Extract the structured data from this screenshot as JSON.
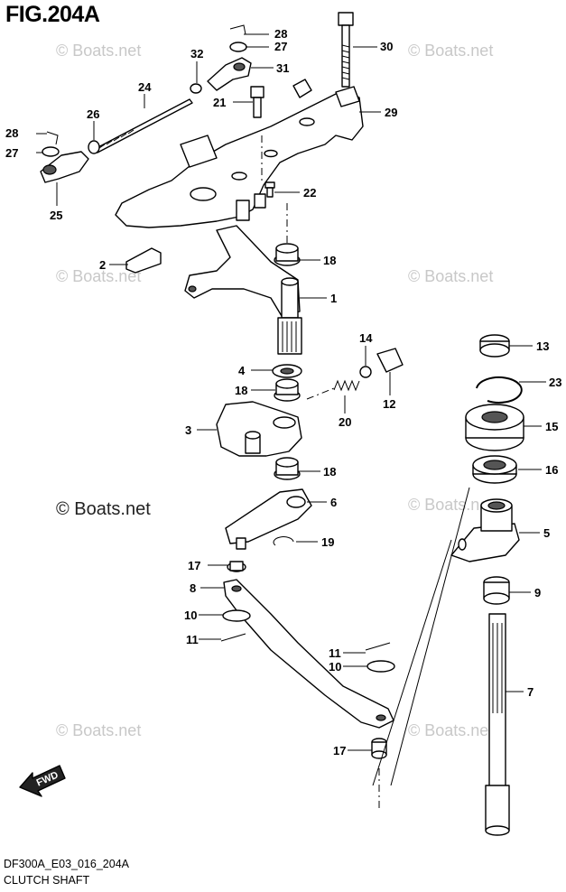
{
  "figure": {
    "title": "FIG.204A",
    "model_code": "DF300A_E03_016_204A",
    "section_name": "CLUTCH SHAFT",
    "watermark": "© Boats.net",
    "fwd_label": "FWD"
  },
  "callouts": [
    "28",
    "27",
    "32",
    "31",
    "30",
    "24",
    "21",
    "29",
    "26",
    "28",
    "27",
    "25",
    "22",
    "2",
    "18",
    "1",
    "14",
    "4",
    "18",
    "12",
    "3",
    "20",
    "18",
    "6",
    "19",
    "17",
    "8",
    "10",
    "11",
    "11",
    "10",
    "17",
    "13",
    "23",
    "15",
    "16",
    "5",
    "9",
    "7"
  ]
}
